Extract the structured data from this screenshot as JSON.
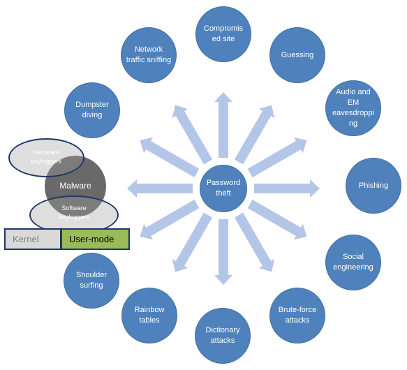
{
  "center": {
    "label": "Password theft"
  },
  "nodes": [
    {
      "id": "compromised-site",
      "label": "Compromis ed site"
    },
    {
      "id": "guessing",
      "label": "Guessing"
    },
    {
      "id": "audio-em",
      "label": "Audio and EM eavesdropping"
    },
    {
      "id": "phishing",
      "label": "Phishing"
    },
    {
      "id": "social-engineering",
      "label": "Social engineering"
    },
    {
      "id": "brute-force",
      "label": "Brute-force attacks"
    },
    {
      "id": "dictionary",
      "label": "Dictionary attacks"
    },
    {
      "id": "rainbow",
      "label": "Rainbow tables"
    },
    {
      "id": "shoulder",
      "label": "Shoulder surfing"
    },
    {
      "id": "dumpster",
      "label": "Dumpster diving"
    },
    {
      "id": "network-sniffing",
      "label": "Network traffic sniffing"
    }
  ],
  "malware": {
    "label": "Malware",
    "hardware": "Hardware keyloggers",
    "software": "Software keyloggers",
    "kernel": "Kernel",
    "usermode": "User-mode"
  },
  "colors": {
    "node_fill": "#4f81bd",
    "arrow_fill": "#b4c6e7",
    "malware_fill": "#595959",
    "usermode_fill": "#9bbb59",
    "kernel_fill": "#d9d9d9",
    "outline": "#1f3864"
  }
}
